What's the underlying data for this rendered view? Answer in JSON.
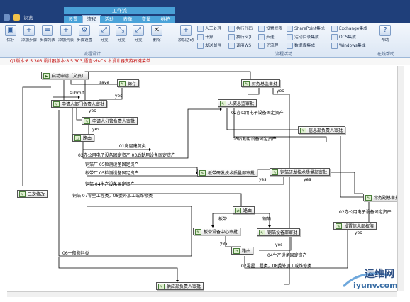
{
  "ribbon": {
    "quick_access_tab": "浏览",
    "context_group": "工作流",
    "tabs": [
      "设置",
      "流程",
      "活动",
      "表单",
      "变量",
      "维护"
    ],
    "active_tab": "流程",
    "process_design_buttons": [
      "保存",
      "添加步骤",
      "步骤列表",
      "添加列表",
      "步骤设置",
      "分支",
      "分支",
      "分支",
      "删除"
    ],
    "process_design_label": "流程设计",
    "add_activity_button": "添加活动",
    "activity_col1": [
      "人工处理",
      "计算",
      "发送邮件"
    ],
    "activity_col2": [
      "执行代码",
      "执行SQL",
      "调用WS"
    ],
    "activity_col3": [
      "设置权限",
      "步送",
      "子流程"
    ],
    "activity_col4": [
      "SharePoint集成",
      "活动目录集成",
      "数据库集成"
    ],
    "activity_col5": [
      "Exchange集成",
      "OCS集成",
      "Windows集成"
    ],
    "activity_label": "流程活动",
    "help_button": "帮助",
    "online_help_label": "在线帮助"
  },
  "infobar": {
    "text": "Q1版本:8.5.303,设计器版本:8.5.303,语言:zh-CN   本设计器支持右键菜单"
  },
  "workflow": {
    "nodes": {
      "start": "启动申请（文员）",
      "save": "保存",
      "dept_head": "申请人部门负责人审批",
      "branch_dept": "申请人分管负责人审批",
      "route1": "路由",
      "finance": "财务总监审批",
      "hr": "人资总监审批",
      "info_dept": "信息部负责人审批",
      "board_rd": "板带研发技术质量部审批",
      "copper_rd": "铜箔研发技术质量部审批",
      "resubmit": "二次修改",
      "route2": "路由",
      "board_device": "板带设备中心审批",
      "copper_device": "铜箔设备部审批",
      "route3": "路由",
      "vp": "常务副总审批",
      "info_permission": "设置信息部权限",
      "supply": "供应部负责人审批"
    },
    "labels": {
      "save": "save",
      "submit": "submit",
      "yes_dept": "yes",
      "yes_save": "yes",
      "yes_finance": "yes",
      "yes_branch": "yes",
      "office_equip": "02办公用电子设备固定资产",
      "housing": "01房屋建筑类",
      "post_move": "03后勤用设备固定资产",
      "office_equip_long": "02办公用电子设备固定资产,03后勤用设备固定资产",
      "copper_05": "铜箔厂 05检测设备固定资产",
      "board_05": "板带厂 05检测设备固定资产",
      "copper_04": "铜箔 04生产设备固定资产",
      "yes_board_rd": "yes",
      "yes_copper_rd": "yes",
      "copper_07": "铜箔 07零星工程类，08委外加工或维修类",
      "board": "板带",
      "copper": "铜箔",
      "yes_board_dev": "yes",
      "yes_copper_dev": "yes",
      "prod_04": "04生产设备固定资产",
      "general_06": "06一般物料类",
      "proj_07": "07零星工程类，08委外加工或维修类",
      "office_vp": "02办公用电子设备固定资产",
      "yes_vp": "yes"
    }
  },
  "watermark": {
    "brand": "运维网",
    "url": "iyunv.com"
  }
}
